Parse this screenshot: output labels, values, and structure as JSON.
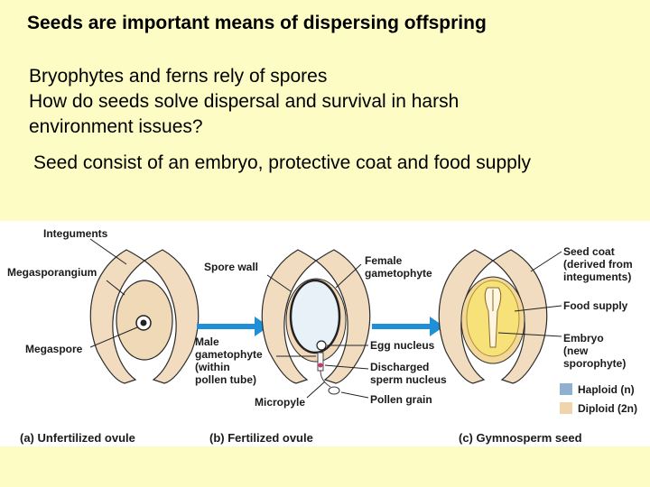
{
  "heading": "Seeds are important means of dispersing offspring",
  "lines": [
    "Bryophytes and ferns rely of spores",
    "How do seeds solve dispersal and survival in harsh",
    "environment issues?",
    "Seed consist of an embryo, protective coat and food supply"
  ],
  "figure": {
    "labels": {
      "integuments": "Integuments",
      "megasporangium": "Megasporangium",
      "megaspore": "Megaspore",
      "spore_wall": "Spore wall",
      "female_gametophyte_1": "Female",
      "female_gametophyte_2": "gametophyte",
      "male_gametophyte_1": "Male",
      "male_gametophyte_2": "gametophyte",
      "male_gametophyte_3": "(within",
      "male_gametophyte_4": "pollen tube)",
      "egg_nucleus": "Egg nucleus",
      "discharged_sperm_1": "Discharged",
      "discharged_sperm_2": "sperm nucleus",
      "pollen_grain": "Pollen grain",
      "micropyle": "Micropyle",
      "seed_coat_1": "Seed coat",
      "seed_coat_2": "(derived from",
      "seed_coat_3": "integuments)",
      "food_supply": "Food supply",
      "embryo_1": "Embryo",
      "embryo_2": "(new",
      "embryo_3": "sporophyte)"
    },
    "legend": {
      "haploid": "Haploid (n)",
      "diploid": "Diploid (2n)"
    },
    "captions": {
      "a": "(a) Unfertilized ovule",
      "b": "(b) Fertilized ovule",
      "c": "(c) Gymnosperm seed"
    },
    "colors": {
      "integument": "#f2dcc0",
      "megasporangium": "#efd9b6",
      "haploid": "#8fb0cf",
      "diploid": "#f0d4ac",
      "arrow": "#1f8fd8",
      "food": "#f5e06a"
    }
  }
}
